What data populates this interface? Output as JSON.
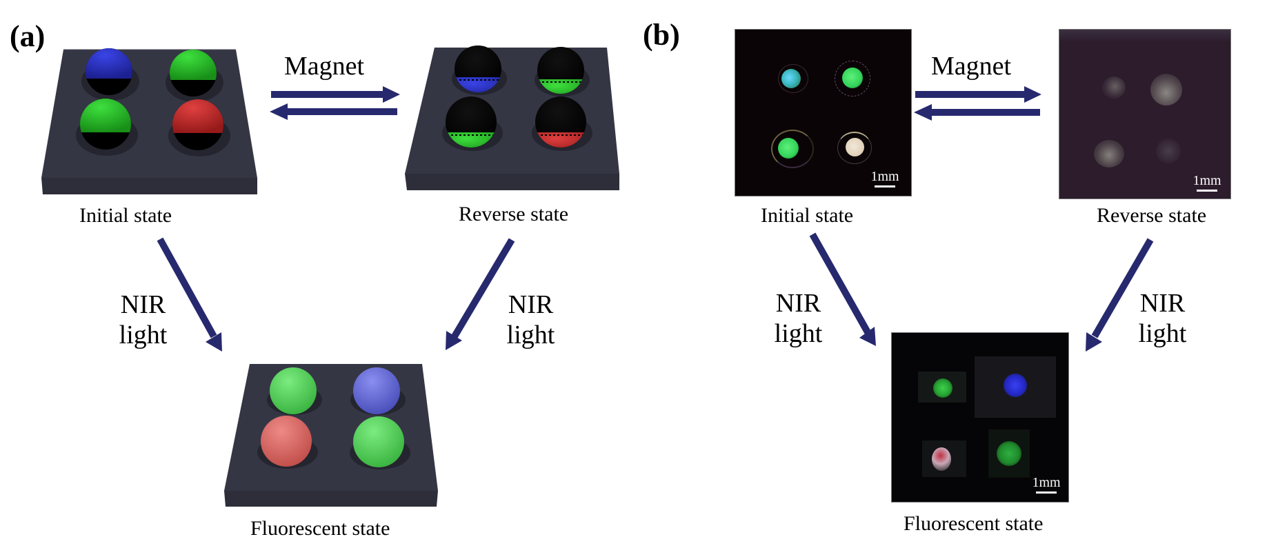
{
  "figure": {
    "panel_a": {
      "label": "(a)",
      "initial_caption": "Initial state",
      "reverse_caption": "Reverse state",
      "fluorescent_caption": "Fluorescent state",
      "magnet_label": "Magnet",
      "nir_left": {
        "line1": "NIR",
        "line2": "light"
      },
      "nir_right": {
        "line1": "NIR",
        "line2": "light"
      },
      "initial_spheres": [
        "blue",
        "green",
        "green",
        "red"
      ],
      "reverse_spheres": [
        "blue",
        "green",
        "green",
        "red"
      ],
      "fluorescent_spheres": [
        "green",
        "blue",
        "red",
        "green"
      ]
    },
    "panel_b": {
      "label": "(b)",
      "initial_caption": "Initial state",
      "reverse_caption": "Reverse state",
      "fluorescent_caption": "Fluorescent state",
      "magnet_label": "Magnet",
      "nir_left": {
        "line1": "NIR",
        "line2": "light"
      },
      "nir_right": {
        "line1": "NIR",
        "line2": "light"
      },
      "scale_bar_initial": "1mm",
      "scale_bar_reverse": "1mm",
      "scale_bar_fluorescent": "1mm"
    },
    "colors": {
      "arrow": "#27296e",
      "platform_top": "#353644",
      "platform_side": "#2a2b37",
      "sphere_blue": "#2a31c4",
      "sphere_green": "#2bbf2b",
      "sphere_red": "#c23030",
      "fluor_green": "#58d45e",
      "fluor_blue": "#6a6fd8",
      "fluor_red": "#d96a66"
    }
  }
}
